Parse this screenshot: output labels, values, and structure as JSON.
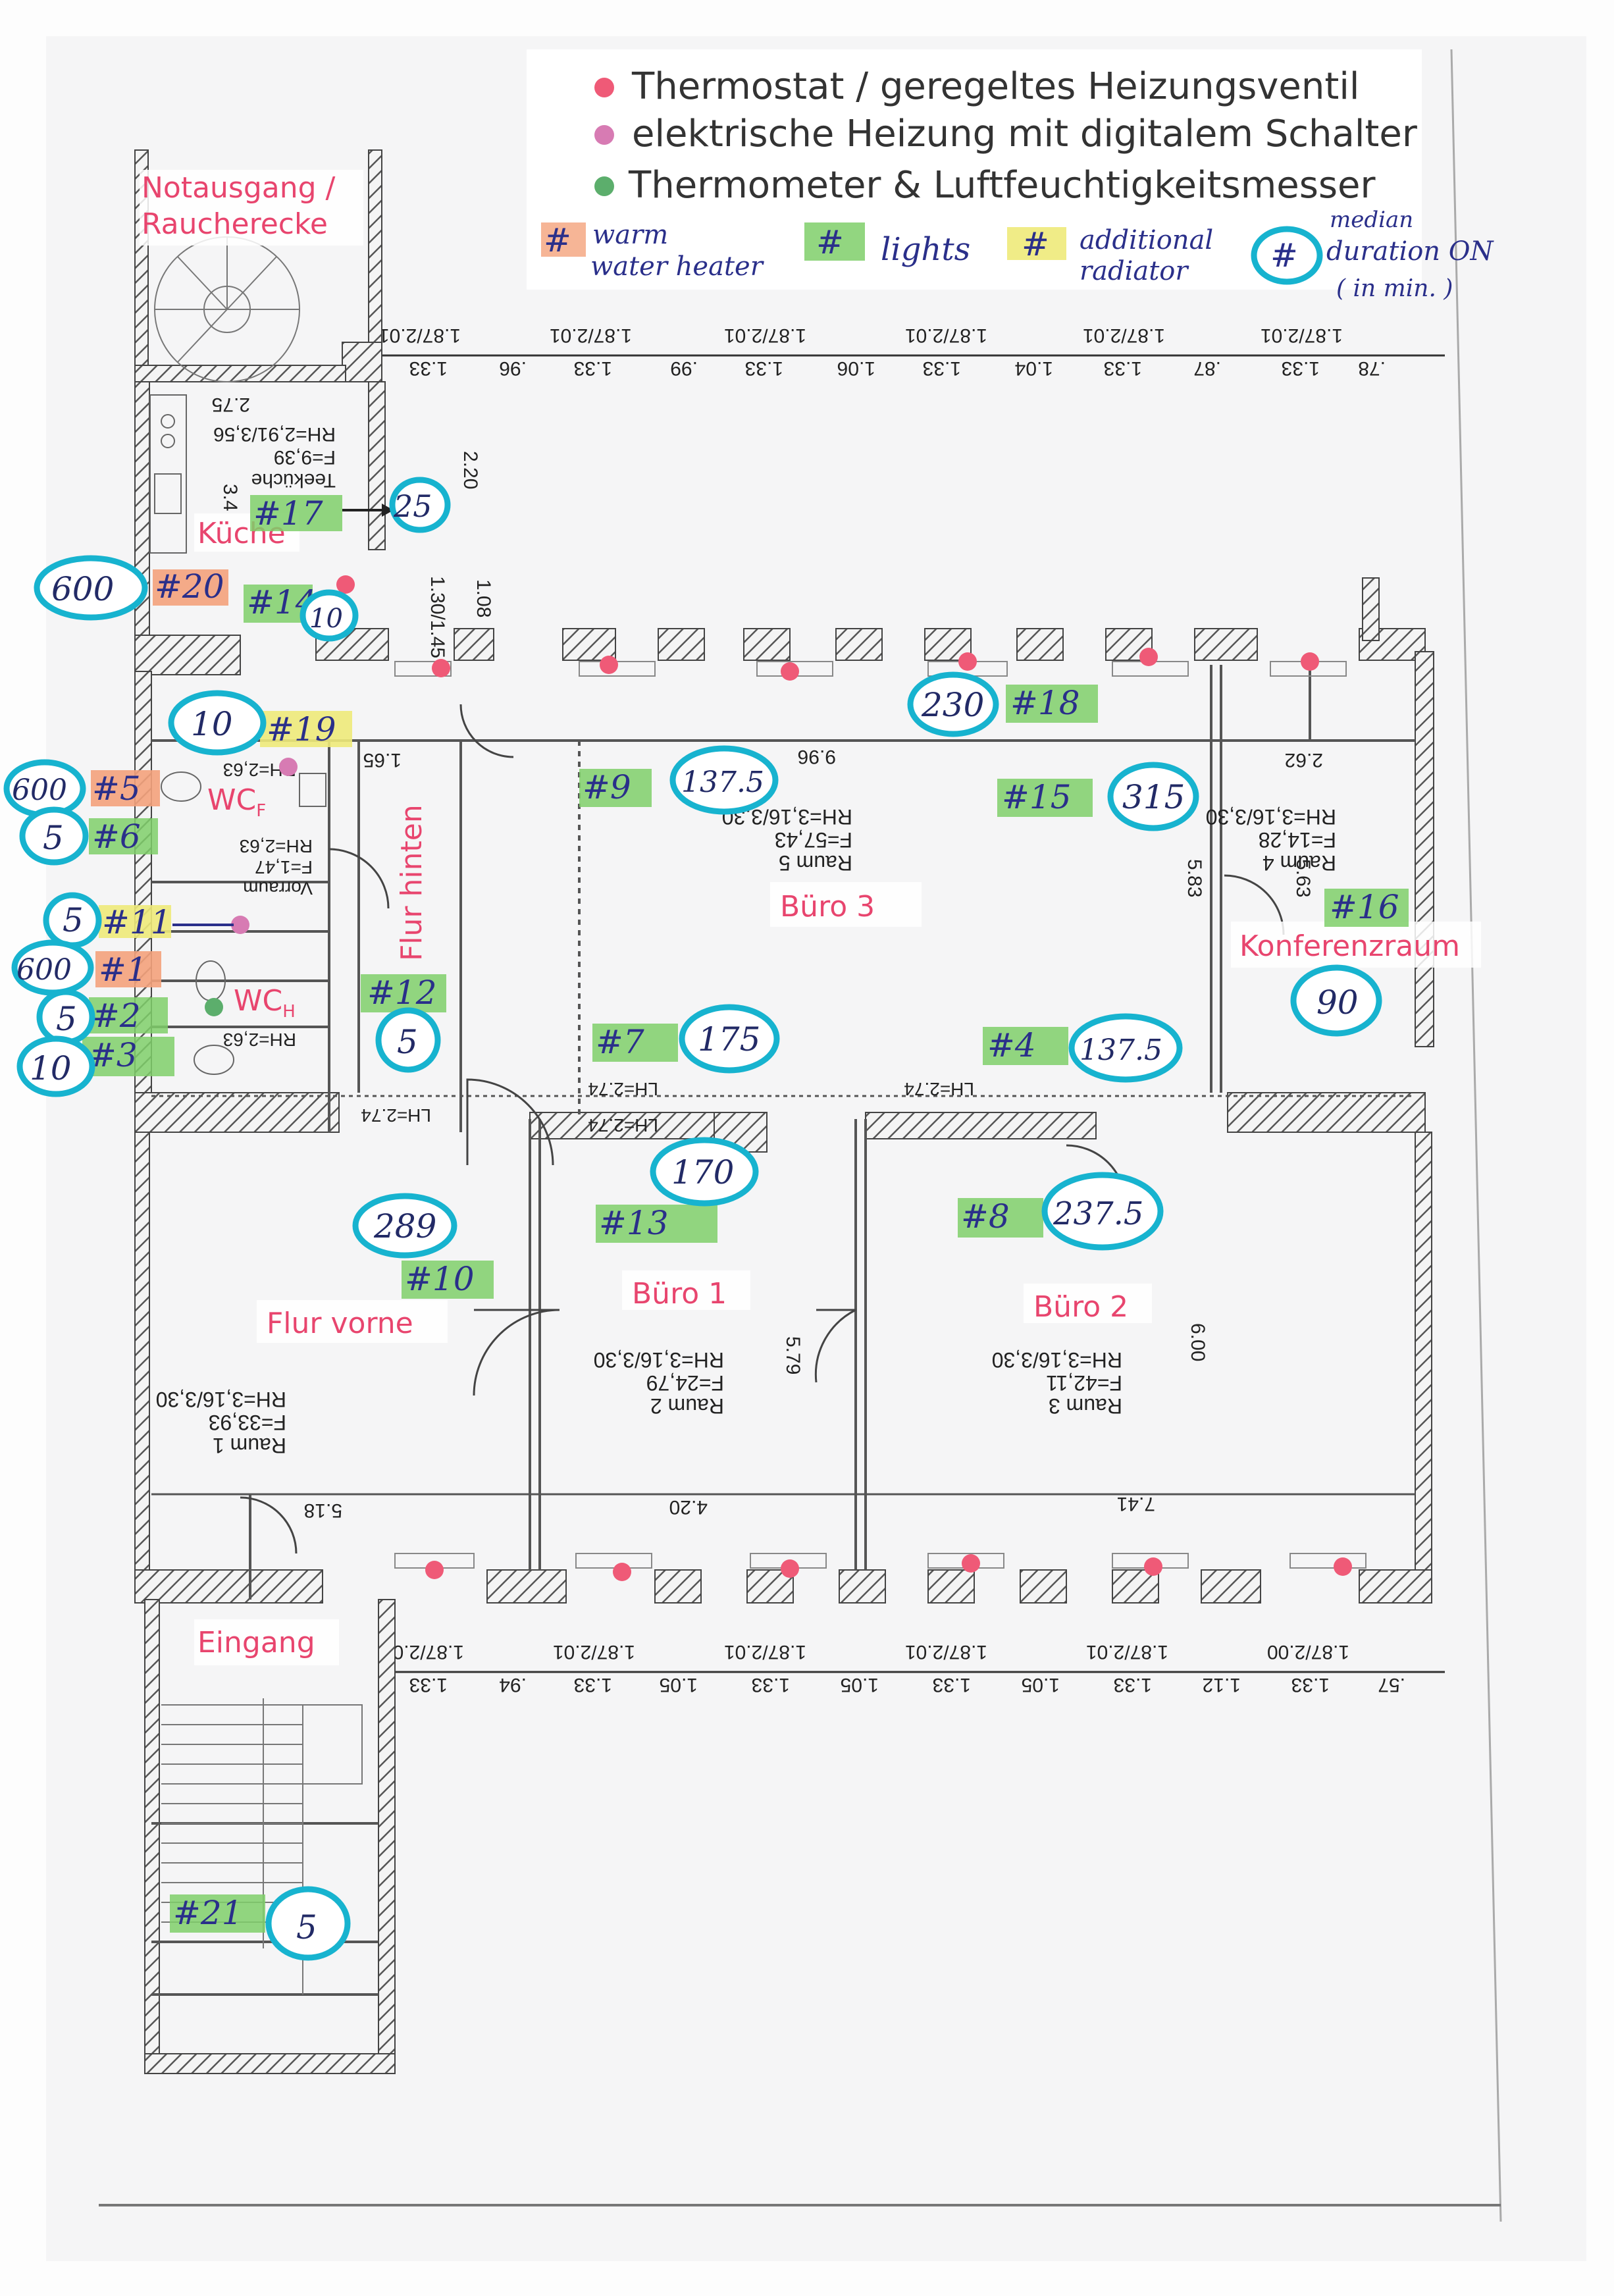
{
  "colors": {
    "thermostat": "#ef5a77",
    "electric": "#d77bb3",
    "thermometer": "#5cae6c",
    "warm_water": "#f4a27c",
    "lights": "#7fcf6a",
    "radiator": "#eeea7a",
    "duration_ring": "#17b3cf",
    "wall": "#444444",
    "room_label": "#e8456e",
    "handwriting": "#2a2f8a"
  },
  "legend": {
    "thermostat": "Thermostat / geregeltes Heizungsventil",
    "electric": "elektrische Heizung mit digitalem Schalter",
    "thermometer": "Thermometer & Luftfeuchtigkeitsmesser",
    "hash_symbol": "#",
    "warm_water_l1": "warm",
    "warm_water_l2": "water heater",
    "lights": "lights",
    "radiator_l1": "additional",
    "radiator_l2": "radiator",
    "duration_l1": "median",
    "duration_l2": "duration ON",
    "duration_l3": "( in min. )"
  },
  "rooms": {
    "notausgang_l1": "Notausgang /",
    "notausgang_l2": "Raucherecke",
    "kueche": "Küche",
    "wcf": "WC",
    "wcf_sub": "F",
    "wch": "WC",
    "wch_sub": "H",
    "flur_hinten": "Flur hinten",
    "buero3": "Büro 3",
    "konferenz": "Konferenzraum",
    "flur_vorne": "Flur vorne",
    "buero1": "Büro 1",
    "buero2": "Büro 2",
    "eingang": "Eingang"
  },
  "plan_text": {
    "top_dims": [
      "1.87/2.01",
      "1.87/2.01",
      "1.87/2.01",
      "1.87/2.01",
      "1.87/2.01",
      "1.87/2.01"
    ],
    "top_dims2": [
      ".78",
      "1.33",
      ".87",
      "1.33",
      "1.04",
      "1.33",
      "1.06",
      "1.33",
      ".99",
      "1.33",
      ".96",
      "1.33"
    ],
    "bottom_dims": [
      "1.87/2.00",
      "1.87/2.01",
      "1.87/2.01",
      "1.87/2.01",
      "1.87/2.01",
      "1.87/2.01"
    ],
    "bottom_dims2": [
      ".57",
      "1.33",
      "1.12",
      "1.33",
      "1.05",
      "1.33",
      "1.05",
      "1.33",
      "1.05",
      "1.33",
      ".94",
      "1.33"
    ],
    "raum5_l1": "Raum 5",
    "raum5_l2": "F=57,43",
    "raum5_l3": "RH=3,16/3,30",
    "raum4_l1": "Raum 4",
    "raum4_l2": "F=14,28",
    "raum4_l3": "RH=3,16/3,30",
    "raum1_l1": "Raum 1",
    "raum1_l2": "F=33,93",
    "raum1_l3": "RH=3,16/3,30",
    "raum2_l1": "Raum 2",
    "raum2_l2": "F=24,79",
    "raum2_l3": "RH=3,16/3,30",
    "raum3_l1": "Raum 3",
    "raum3_l2": "F=42,11",
    "raum3_l3": "RH=3,16/3,30",
    "teekueche_l1": "Teeküche",
    "teekueche_l2": "F=9,39",
    "teekueche_l3": "RH=2,91/3,56",
    "vorraum_l1": "Vorraum",
    "vorraum_l2": "F=1,47",
    "vorraum_l3": "RH=2,63",
    "rh263a": "RH=2,63",
    "rh263b": "RH=2,63",
    "d996": "9.96",
    "d262": "2.62",
    "d165": "1.65",
    "d583": "5.83",
    "d563": "5.63",
    "d600": "6.00",
    "d579": "5.79",
    "d420": "4.20",
    "d741": "7.41",
    "d518": "5.18",
    "d220": "2.20",
    "d108": "1.08",
    "d130": "1.30/1.45",
    "d275": "2.75",
    "d34": "3.4",
    "lh1": "LH=2.74",
    "lh2": "LH=2.74",
    "lh3": "LH=2.74",
    "lh4": "LH=2.74"
  },
  "tags": {
    "t17": "#17",
    "t20": "#20",
    "t14": "#14",
    "t19": "#19",
    "t5": "#5",
    "t6": "#6",
    "t11": "#11",
    "t1": "#1",
    "t2": "#2",
    "t3": "#3",
    "t12": "#12",
    "t9": "#9",
    "t15": "#15",
    "t16": "#16",
    "t18": "#18",
    "t7": "#7",
    "t4": "#4",
    "t13": "#13",
    "t8": "#8",
    "t10": "#10",
    "t21": "#21"
  },
  "durations": {
    "d25": "25",
    "d600a": "600",
    "d10a": "10",
    "d10b": "10",
    "d600b": "600",
    "d5a": "5",
    "d5b": "5",
    "d600c": "600",
    "d5c": "5",
    "d10c": "10",
    "d5d": "5",
    "d137a": "137.5",
    "d315": "315",
    "d230": "230",
    "d90": "90",
    "d175": "175",
    "d137b": "137.5",
    "d170": "170",
    "d289": "289",
    "d237": "237.5",
    "d5e": "5"
  }
}
